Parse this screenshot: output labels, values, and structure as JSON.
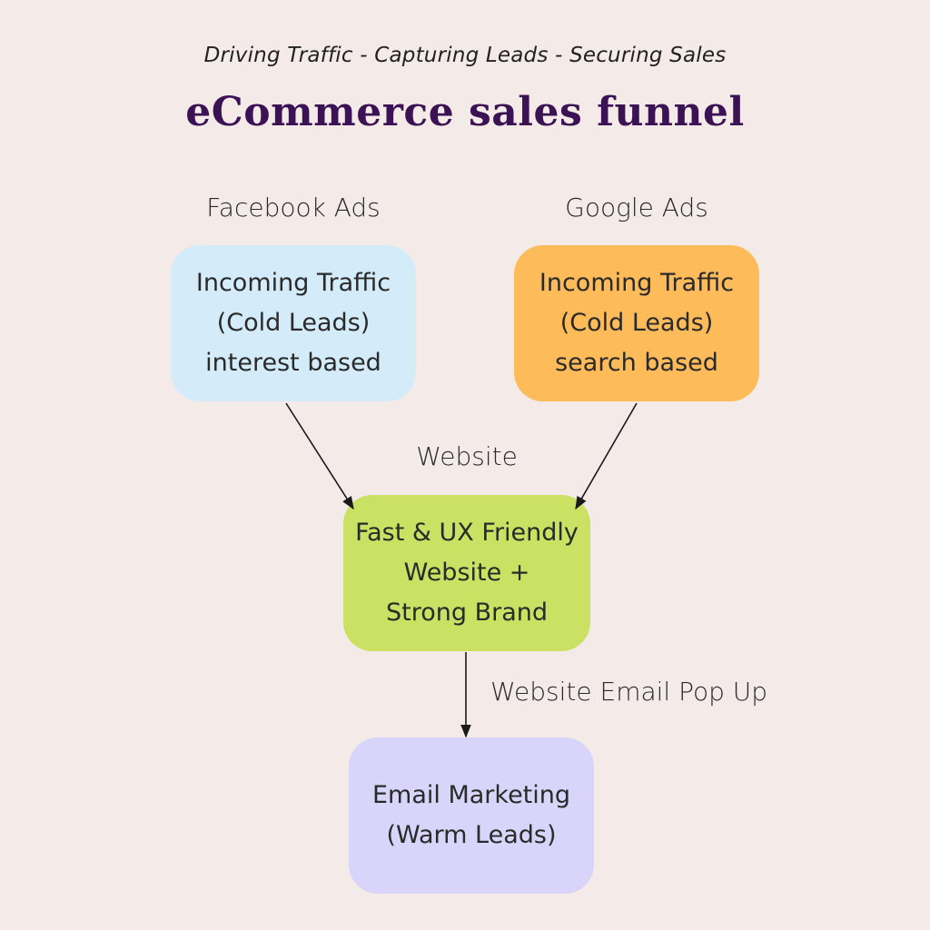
{
  "header": {
    "subtitle": "Driving Traffic - Capturing Leads - Securing Sales",
    "title": "eCommerce sales funnel"
  },
  "nodes": {
    "facebook": {
      "label": "Facebook Ads",
      "lines": [
        "Incoming Traffic",
        "(Cold Leads)",
        "interest based"
      ],
      "color": "#d4ecf9"
    },
    "google": {
      "label": "Google Ads",
      "lines": [
        "Incoming Traffic",
        "(Cold Leads)",
        "search based"
      ],
      "color": "#febb5a"
    },
    "website": {
      "label": "Website",
      "lines": [
        "Fast & UX Friendly",
        "Website +",
        "Strong Brand"
      ],
      "color": "#cbe163"
    },
    "email": {
      "label": "",
      "lines": [
        "Email Marketing",
        "(Warm Leads)"
      ],
      "color": "#d9d5fa"
    }
  },
  "edges": [
    {
      "from": "facebook",
      "to": "website",
      "label": ""
    },
    {
      "from": "google",
      "to": "website",
      "label": ""
    },
    {
      "from": "website",
      "to": "email",
      "label": "Website Email Pop Up"
    }
  ]
}
